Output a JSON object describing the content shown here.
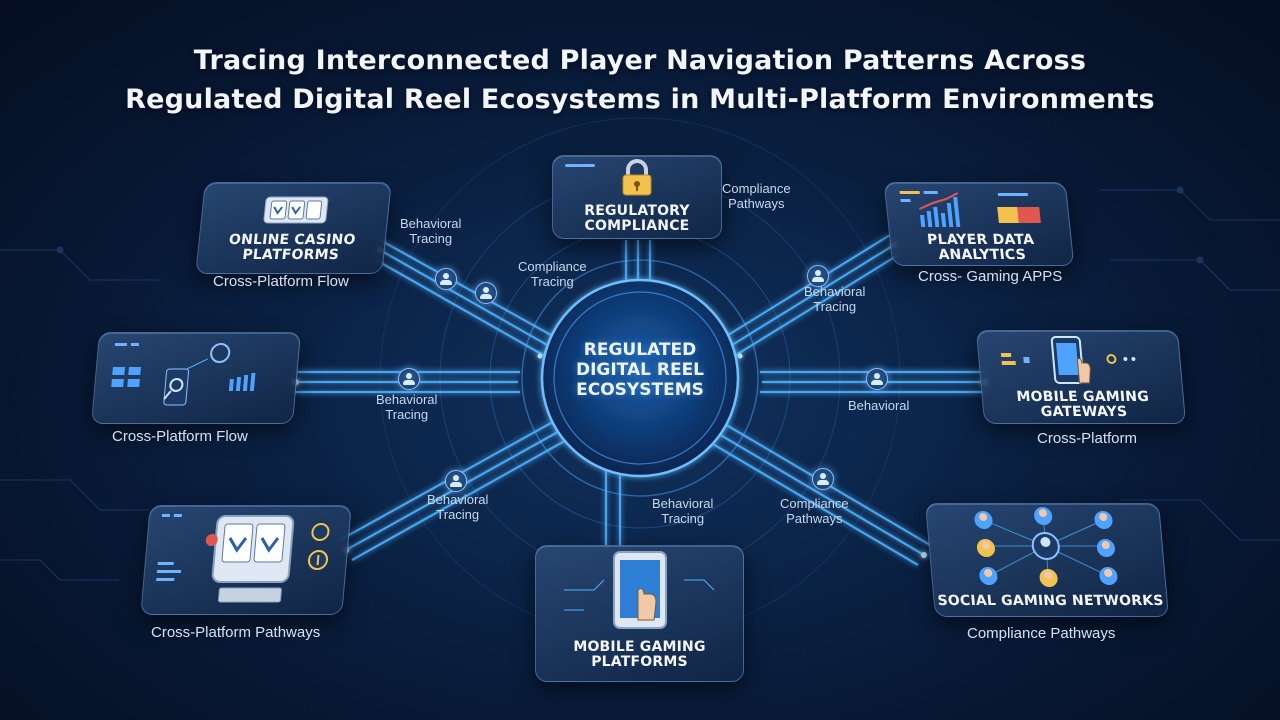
{
  "title": {
    "line1": "Tracing Interconnected Player Navigation Patterns Across",
    "line2": "Regulated Digital Reel Ecosystems in Multi-Platform Environments"
  },
  "hub": {
    "line1": "Regulated",
    "line2": "Digital Reel",
    "line3": "Ecosystems"
  },
  "nodes": {
    "online_casino": {
      "line1": "Online Casino",
      "line2": "Platforms",
      "caption": "Cross-Platform Flow"
    },
    "regulatory": {
      "line1": "Regulatory",
      "line2": "Compliance"
    },
    "player_data": {
      "line1": "Player Data",
      "line2": "Analytics",
      "caption": "Cross- Gaming APPS"
    },
    "left_mid": {
      "caption": "Cross-Platform Flow"
    },
    "mobile_gateways": {
      "line1": "Mobile Gaming",
      "line2": "Gateways",
      "caption": "Cross-Platform"
    },
    "slot_left": {
      "caption": "Cross-Platform Pathways"
    },
    "mobile_platforms": {
      "line1": "Mobile Gaming",
      "line2": "Platforms"
    },
    "social": {
      "line1": "Social Gaming Networks",
      "caption": "Compliance Pathways"
    }
  },
  "edge_labels": {
    "top_left_a": {
      "line1": "Behavioral",
      "line2": "Tracing"
    },
    "top_left_b": {
      "line1": "Compliance",
      "line2": "Tracing"
    },
    "top_right_a": {
      "line1": "Compliance",
      "line2": "Pathways"
    },
    "top_right_b": {
      "line1": "Behavioral",
      "line2": "Tracing"
    },
    "left_mid": {
      "line1": "Behavioral",
      "line2": "Tracing"
    },
    "right_mid": {
      "line1": "Behavioral"
    },
    "bottom_left": {
      "line1": "Behavioral",
      "line2": "Tracing"
    },
    "bottom_center": {
      "line1": "Behavioral",
      "line2": "Tracing"
    },
    "bottom_right": {
      "line1": "Compliance",
      "line2": "Pathways"
    }
  },
  "colors": {
    "background": "#0b2347",
    "flow_line": "#4fb3ff",
    "glow": "#7fd0ff",
    "card": "#22446f",
    "accent_yellow": "#f2c14e",
    "accent_red": "#e0574f"
  }
}
